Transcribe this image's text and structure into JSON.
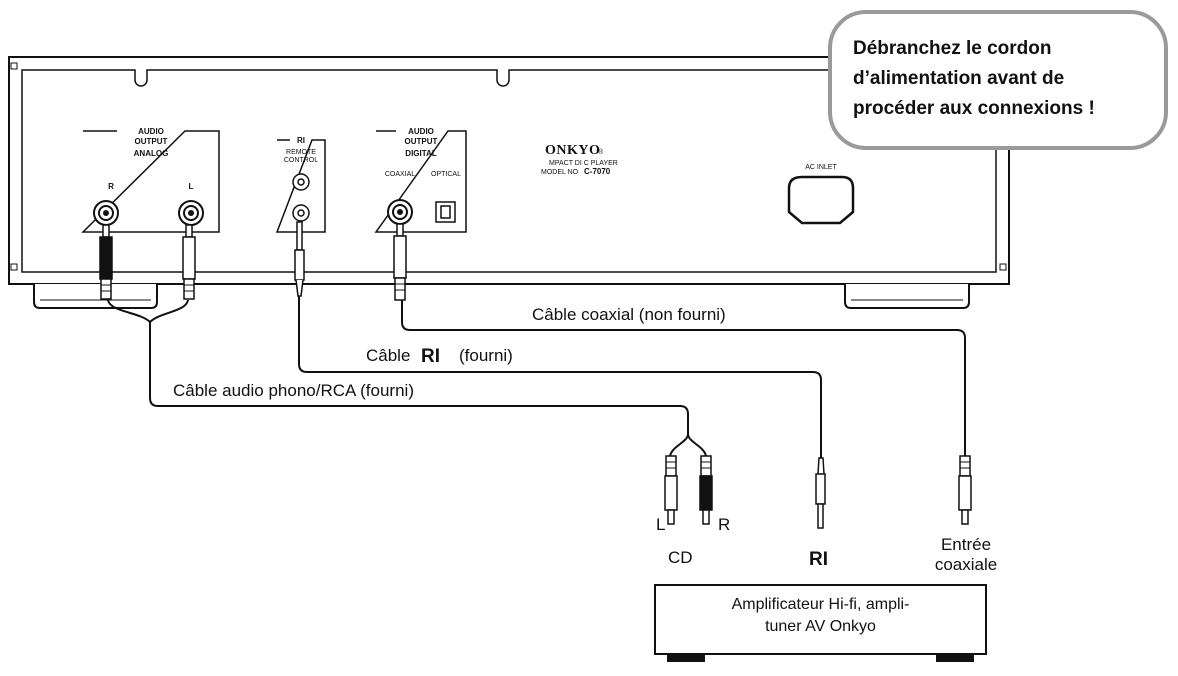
{
  "panel": {
    "analog_header": [
      "AUDIO",
      "OUTPUT",
      "ANALOG"
    ],
    "analog_r": "R",
    "analog_l": "L",
    "ri_header": "RI",
    "ri_sub": [
      "REMOTE",
      "CONTROL"
    ],
    "digital_header": [
      "AUDIO",
      "OUTPUT",
      "DIGITAL"
    ],
    "coaxial": "COAXIAL",
    "optical": "OPTICAL",
    "brand": "ONKYO",
    "brand_mark": "®",
    "model_line1": "MPACT DI  C PLAYER",
    "model_line2": "MODEL NO",
    "model_number": "C-7070",
    "ac_inlet": "AC INLET"
  },
  "warning": [
    "Débranchez le cordon",
    "d’alimentation avant de",
    "procéder aux connexions !"
  ],
  "cables": {
    "coaxial": "Câble coaxial (non fourni)",
    "ri_prefix": "Câble",
    "ri_logo": "RI",
    "ri_suffix": "(fourni)",
    "audio": "Câble audio phono/RCA (fourni)"
  },
  "amplifier": {
    "jack_l": "L",
    "jack_r": "R",
    "cd_label": "CD",
    "ri_label": "RI",
    "coax_label": [
      "Entrée",
      "coaxiale"
    ],
    "box_label": [
      "Amplificateur Hi-fi, ampli-",
      "tuner AV Onkyo"
    ]
  }
}
